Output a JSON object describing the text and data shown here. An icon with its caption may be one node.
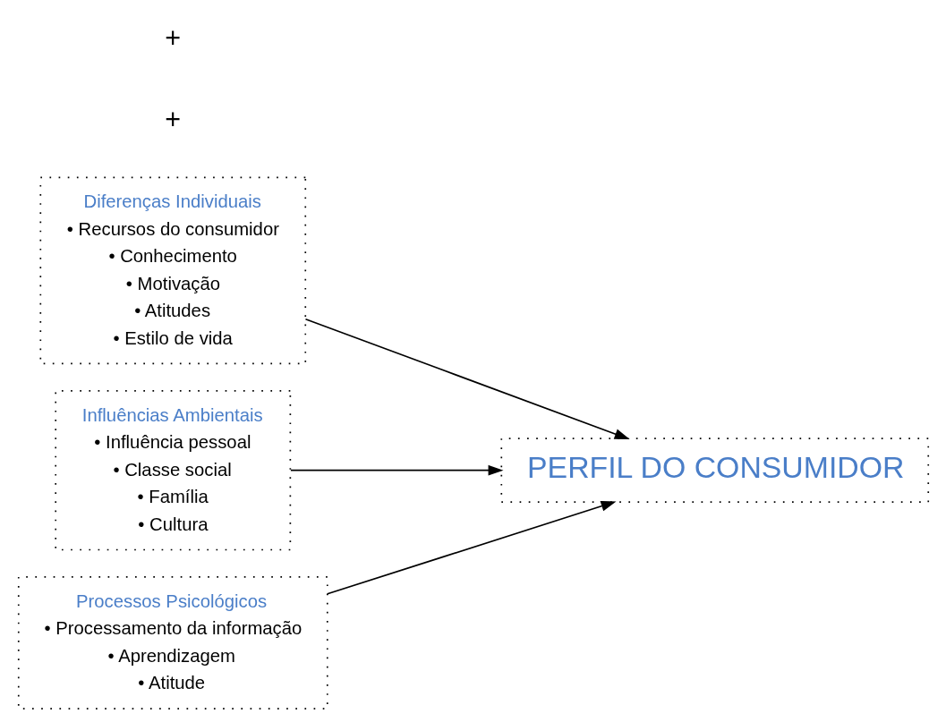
{
  "diagram": {
    "nodes": [
      {
        "text": [
          "Diferenças Individuais",
          "• Recursos do consumidor",
          "• Conhecimento",
          "• Motivação",
          "• Atitudes",
          "• Estilo de vida"
        ]
      },
      {
        "text": [
          "Influências Ambientais",
          "• Influência pessoal",
          "• Classe social",
          "• Família",
          "• Cultura"
        ]
      },
      {
        "text": [
          "Processos Psicológicos",
          "• Processamento da informação",
          "• Aprendizagem",
          "• Atitude"
        ]
      },
      {
        "text": [
          "PERFIL DO CONSUMIDOR"
        ]
      }
    ],
    "edges": [
      {
        "from": 0,
        "to": 3,
        "arrow": "to"
      },
      {
        "from": 1,
        "to": 3,
        "arrow": "to"
      },
      {
        "from": 2,
        "to": 3,
        "arrow": "to"
      }
    ],
    "labels": [
      "+",
      "+"
    ]
  }
}
